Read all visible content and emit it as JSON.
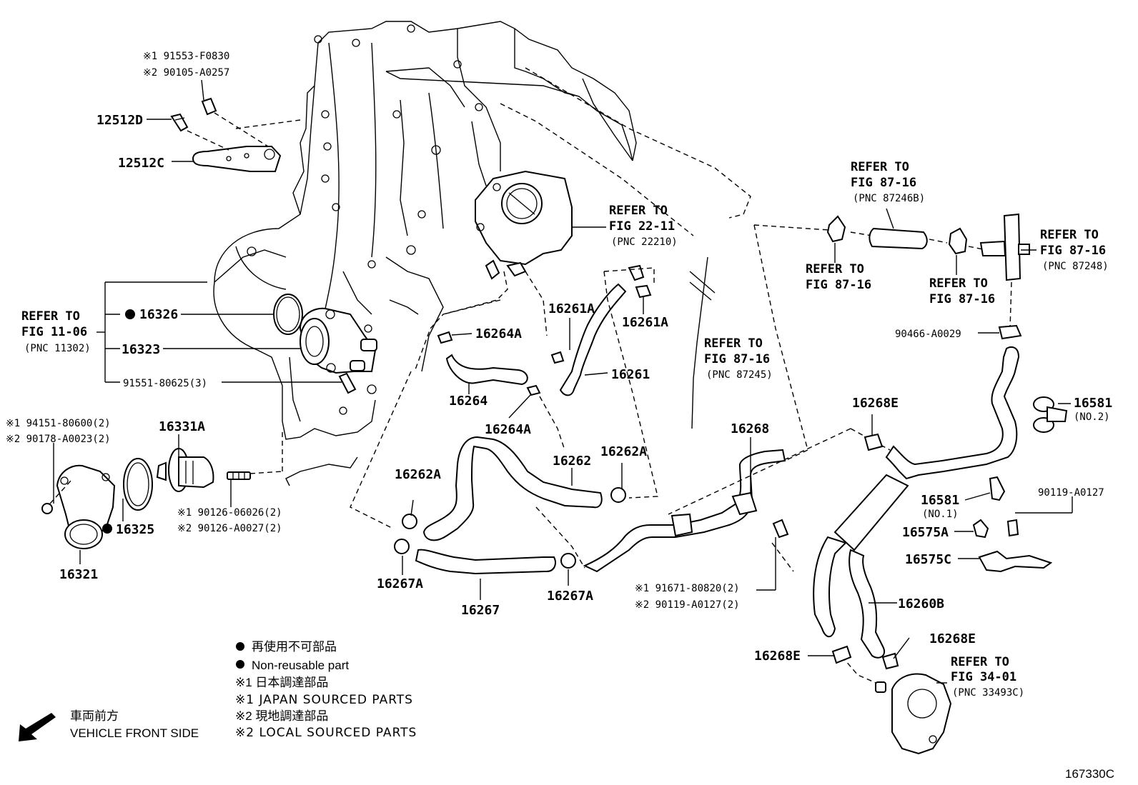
{
  "diagram_id": "167330C",
  "labels": {
    "p12512D": "12512D",
    "p12512C": "12512C",
    "bolt_note1": "※1 91553-F0830",
    "bolt_note2": "※2 90105-A0257",
    "refer_fig11_l1": "REFER TO",
    "refer_fig11_l2": "FIG 11-06",
    "refer_fig11_l3": "(PNC 11302)",
    "p16326": "16326",
    "p16323": "16323",
    "p91551": "91551-80625(3)",
    "screw_note1": "※1 94151-80600(2)",
    "screw_note2": "※2 90178-A0023(2)",
    "p16331A": "16331A",
    "stud_note1": "※1 90126-06026(2)",
    "stud_note2": "※2 90126-A0027(2)",
    "p16325": "16325",
    "p16321": "16321",
    "refer_fig22_l1": "REFER TO",
    "refer_fig22_l2": "FIG 22-11",
    "refer_fig22_l3": "(PNC 22210)",
    "p16264A_a": "16264A",
    "p16264": "16264",
    "p16264A_b": "16264A",
    "p16261A_a": "16261A",
    "p16261A_b": "16261A",
    "p16261": "16261",
    "p16262": "16262",
    "p16262A_a": "16262A",
    "p16262A_b": "16262A",
    "p16267A_a": "16267A",
    "p16267": "16267",
    "p16267A_b": "16267A",
    "p16268": "16268",
    "refer_fig87_245_l1": "REFER TO",
    "refer_fig87_245_l2": "FIG 87-16",
    "refer_fig87_245_l3": "(PNC 87245)",
    "bolt2_note1": "※1 91671-80820(2)",
    "bolt2_note2": "※2 90119-A0127(2)",
    "refer_fig87_246_l1": "REFER TO",
    "refer_fig87_246_l2": "FIG 87-16",
    "refer_fig87_246_l3": "(PNC 87246B)",
    "refer_fig87_a_l1": "REFER TO",
    "refer_fig87_a_l2": "FIG 87-16",
    "refer_fig87_b_l1": "REFER TO",
    "refer_fig87_b_l2": "FIG 87-16",
    "refer_fig87_248_l1": "REFER TO",
    "refer_fig87_248_l2": "FIG 87-16",
    "refer_fig87_248_l3": "(PNC 87248)",
    "p90466": "90466-A0029",
    "p16268E_a": "16268E",
    "p16581_a": "16581",
    "p16581_a_sub": "(NO.2)",
    "p16581_b": "16581",
    "p16581_b_sub": "(NO.1)",
    "p90119": "90119-A0127",
    "p16575A": "16575A",
    "p16575C": "16575C",
    "p16260B": "16260B",
    "p16268E_b": "16268E",
    "p16268E_c": "16268E",
    "refer_fig34_l1": "REFER TO",
    "refer_fig34_l2": "FIG 34-01",
    "refer_fig34_l3": "(PNC 33493C)"
  },
  "legend": {
    "jp_nonreusable": "再使用不可部品",
    "en_nonreusable": "Non-reusable part",
    "jp_japan": "※1 日本調達部品",
    "en_japan": "※1 JAPAN SOURCED PARTS",
    "jp_local": "※2 現地調達部品",
    "en_local": "※2 LOCAL SOURCED PARTS",
    "front_jp": "車両前方",
    "front_en": "VEHICLE FRONT SIDE"
  }
}
